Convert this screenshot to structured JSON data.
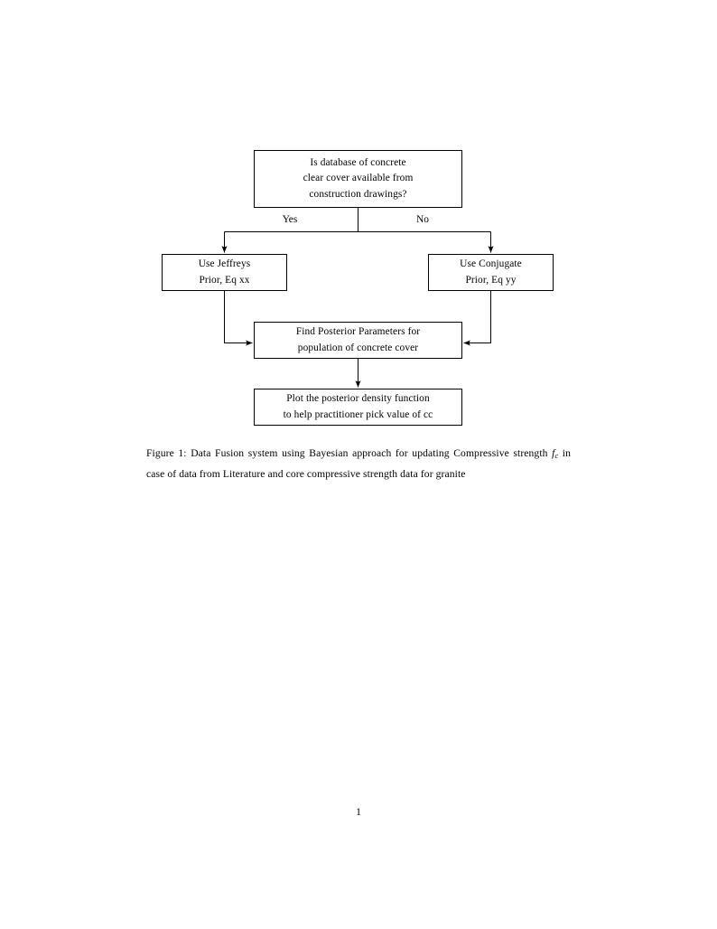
{
  "document": {
    "page_number": "1",
    "background_color": "#ffffff",
    "text_color": "#000000"
  },
  "figure": {
    "diagram_type": "flowchart",
    "nodes": {
      "decision": {
        "id": "decision",
        "shape": "rectangle",
        "lines": [
          "Is database of concrete",
          "clear cover available from",
          "construction drawings?"
        ]
      },
      "jeffreys": {
        "id": "jeffreys",
        "shape": "rectangle",
        "lines": [
          "Use Jeffreys",
          "Prior, Eq xx"
        ]
      },
      "conjugate": {
        "id": "conjugate",
        "shape": "rectangle",
        "lines": [
          "Use Conjugate",
          "Prior, Eq yy"
        ]
      },
      "posterior": {
        "id": "posterior",
        "shape": "rectangle",
        "lines": [
          "Find Posterior Parameters for",
          "population of concrete cover"
        ]
      },
      "plot": {
        "id": "plot",
        "shape": "rectangle",
        "lines": [
          "Plot the posterior density function",
          "to help practitioner pick value of cc"
        ]
      }
    },
    "edges": [
      {
        "from": "decision",
        "to": "jeffreys",
        "label": "Yes",
        "arrow": true
      },
      {
        "from": "decision",
        "to": "conjugate",
        "label": "No",
        "arrow": true
      },
      {
        "from": "jeffreys",
        "to": "posterior",
        "label": "",
        "arrow": true
      },
      {
        "from": "conjugate",
        "to": "posterior",
        "label": "",
        "arrow": true
      },
      {
        "from": "posterior",
        "to": "plot",
        "label": "",
        "arrow": true
      }
    ],
    "branch_labels": {
      "yes": "Yes",
      "no": "No"
    },
    "line_color": "#000000",
    "fill_color": "#ffffff"
  },
  "caption": {
    "label": "Figure 1:",
    "text_before_math": "Data Fusion system using Bayesian approach for updating Compressive strength",
    "math_symbol": "f",
    "math_subscript": "c",
    "text_after_math": "in case of data from Literature and core compressive strength data for granite",
    "full_text": "Figure 1: Data Fusion system using Bayesian approach for updating Compressive strength fc in case of data from Literature and core compressive strength data for granite"
  }
}
